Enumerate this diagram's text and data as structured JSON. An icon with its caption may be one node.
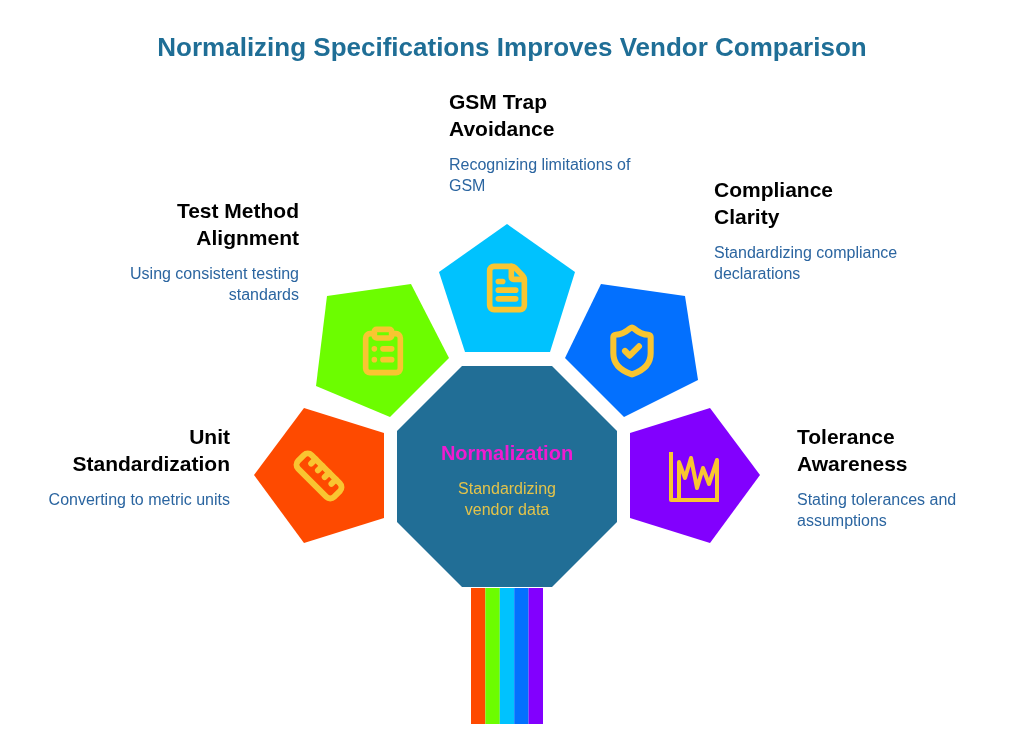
{
  "diagram": {
    "title": "Normalizing Specifications Improves Vendor Comparison",
    "nodes": [
      {
        "text": [
          "Unit Standardization",
          "Converting to metric units"
        ]
      },
      {
        "text": [
          "Test Method Alignment",
          "Using consistent testing standards"
        ]
      },
      {
        "text": [
          "GSM Trap Avoidance",
          "Recognizing limitations of GSM"
        ]
      },
      {
        "text": [
          "Compliance Clarity",
          "Standardizing compliance declarations"
        ]
      },
      {
        "text": [
          "Tolerance Awareness",
          "Stating tolerances and assumptions"
        ]
      },
      {
        "text": [
          "Normalization",
          "Standardizing vendor data"
        ]
      }
    ]
  }
}
